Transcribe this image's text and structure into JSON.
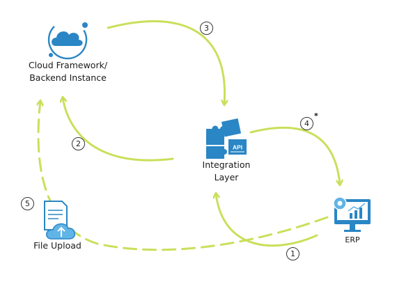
{
  "colors": {
    "arrow": "#c8e05a",
    "icon_blue": "#2a86c5",
    "icon_light": "#60b4e6",
    "step_ring": "#333333"
  },
  "nodes": {
    "cloud": {
      "line1": "Cloud Framework/",
      "line2": "Backend Instance",
      "icon": "cloud-icon"
    },
    "integration": {
      "line1": "Integration",
      "line2": "Layer",
      "icon": "puzzle-api-icon",
      "badge": "API"
    },
    "erp": {
      "label": "ERP",
      "icon": "monitor-chart-gear-icon"
    },
    "file_upload": {
      "label": "File Upload",
      "icon": "document-upload-icon"
    }
  },
  "steps": [
    {
      "number": "1",
      "note": ""
    },
    {
      "number": "2",
      "note": ""
    },
    {
      "number": "3",
      "note": ""
    },
    {
      "number": "4",
      "note": "*"
    },
    {
      "number": "5",
      "note": ""
    }
  ]
}
